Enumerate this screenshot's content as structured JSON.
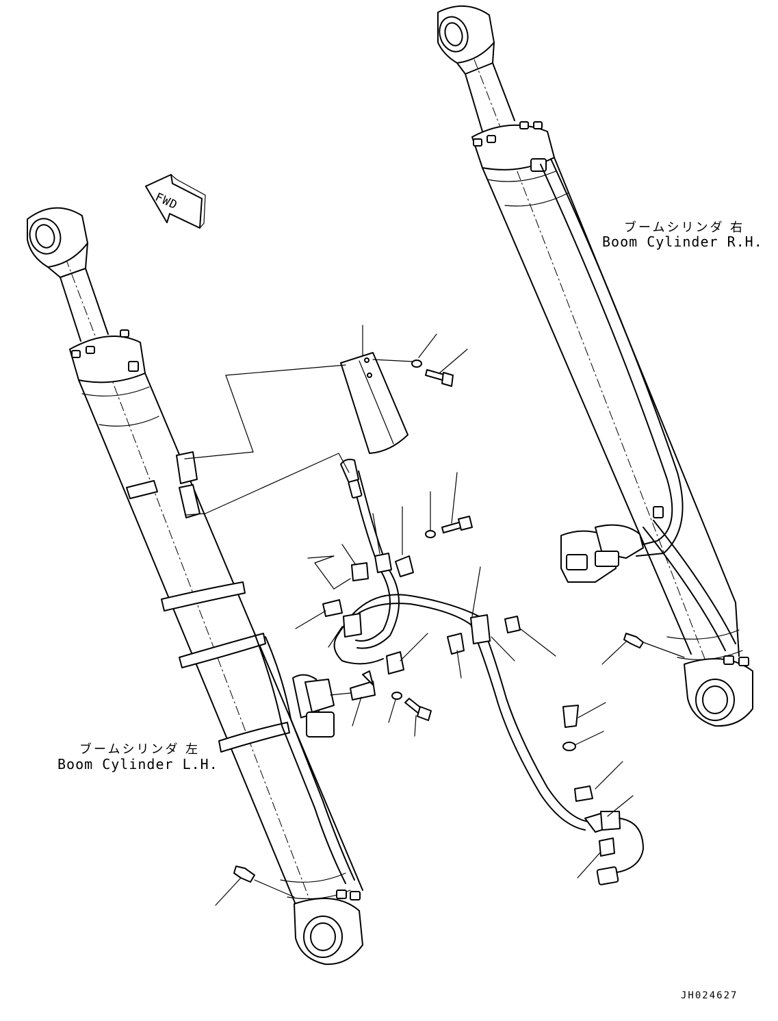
{
  "labels": {
    "rh_jp": "ブームシリンダ 右",
    "rh_en": "Boom Cylinder R.H.",
    "lh_jp": "ブームシリンダ 左",
    "lh_en": "Boom Cylinder L.H.",
    "fwd": "FWD",
    "ref": "JH024627"
  },
  "icons": [
    "fwd-arrow-icon"
  ],
  "colors": {
    "ink": "#000000",
    "paper": "#ffffff"
  }
}
